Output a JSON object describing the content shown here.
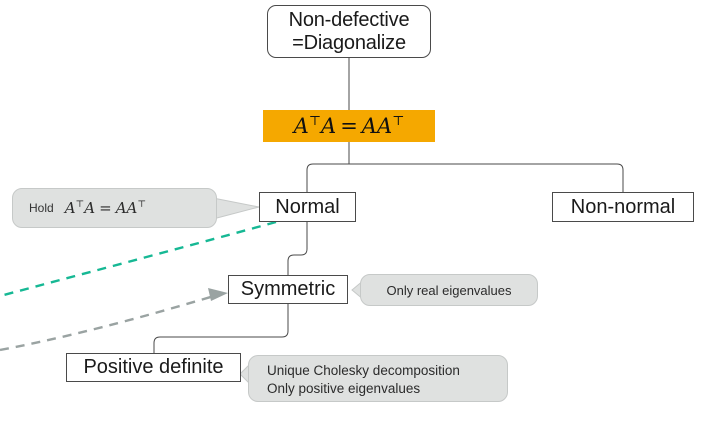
{
  "diagram": {
    "title_node": {
      "line1": "Non-defective",
      "line2": "=Diagonalize"
    },
    "equation_node": {
      "text": "A⊤A = AA⊤",
      "left_base": "A",
      "left_sup": "⊤",
      "left_second": "A",
      "operator": "=",
      "right_first": "A",
      "right_base": "A",
      "right_sup": "⊤",
      "highlight_color": "#f5a800"
    },
    "nodes": [
      {
        "id": "normal",
        "label": "Normal"
      },
      {
        "id": "non-normal",
        "label": "Non-normal"
      },
      {
        "id": "symmetric",
        "label": "Symmetric"
      },
      {
        "id": "positive-definite",
        "label": "Positive definite"
      }
    ],
    "callouts": {
      "hold": {
        "label": "Hold",
        "equation_left": "A",
        "equation_left_sup": "⊤",
        "equation_left_second": "A",
        "equation_op": "=",
        "equation_right_first": "A",
        "equation_right_base": "A",
        "equation_right_sup": "⊤"
      },
      "symmetric_note": "Only real eigenvalues",
      "positive_definite_note": {
        "line1": "Unique Cholesky decomposition",
        "line2": "Only positive eigenvalues"
      }
    },
    "colors": {
      "highlight": "#f5a800",
      "callout_fill": "#dfe1e0",
      "callout_border": "#c6c9c8",
      "node_border": "#4a4a4a",
      "teal_dashed": "#16b894",
      "gray_dashed": "#9aa3a2",
      "background": "#ffffff"
    }
  }
}
